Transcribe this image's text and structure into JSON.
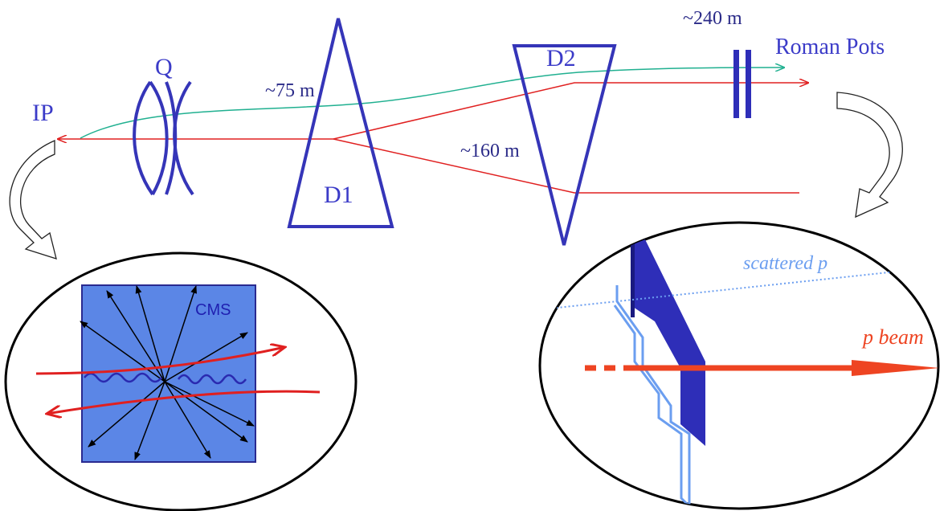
{
  "labels": {
    "ip": "IP",
    "quad": "Q",
    "d1": "D1",
    "d2": "D2",
    "dist_75": "~75 m",
    "dist_160": "~160 m",
    "dist_240": "~240 m",
    "roman_pots": "Roman Pots",
    "cms": "CMS",
    "scattered_p": "scattered p",
    "p_beam": "p beam"
  },
  "colors": {
    "magnet_blue": "#3535b8",
    "beam_red": "#e02020",
    "scattered_teal": "#20b090",
    "pot_dark_blue": "#2e2eb8",
    "pot_light_blue": "#6b9ef0",
    "detector_fill": "#5b86e6",
    "scattered_label": "#6b9ef0",
    "beam_label": "#ee4422"
  }
}
